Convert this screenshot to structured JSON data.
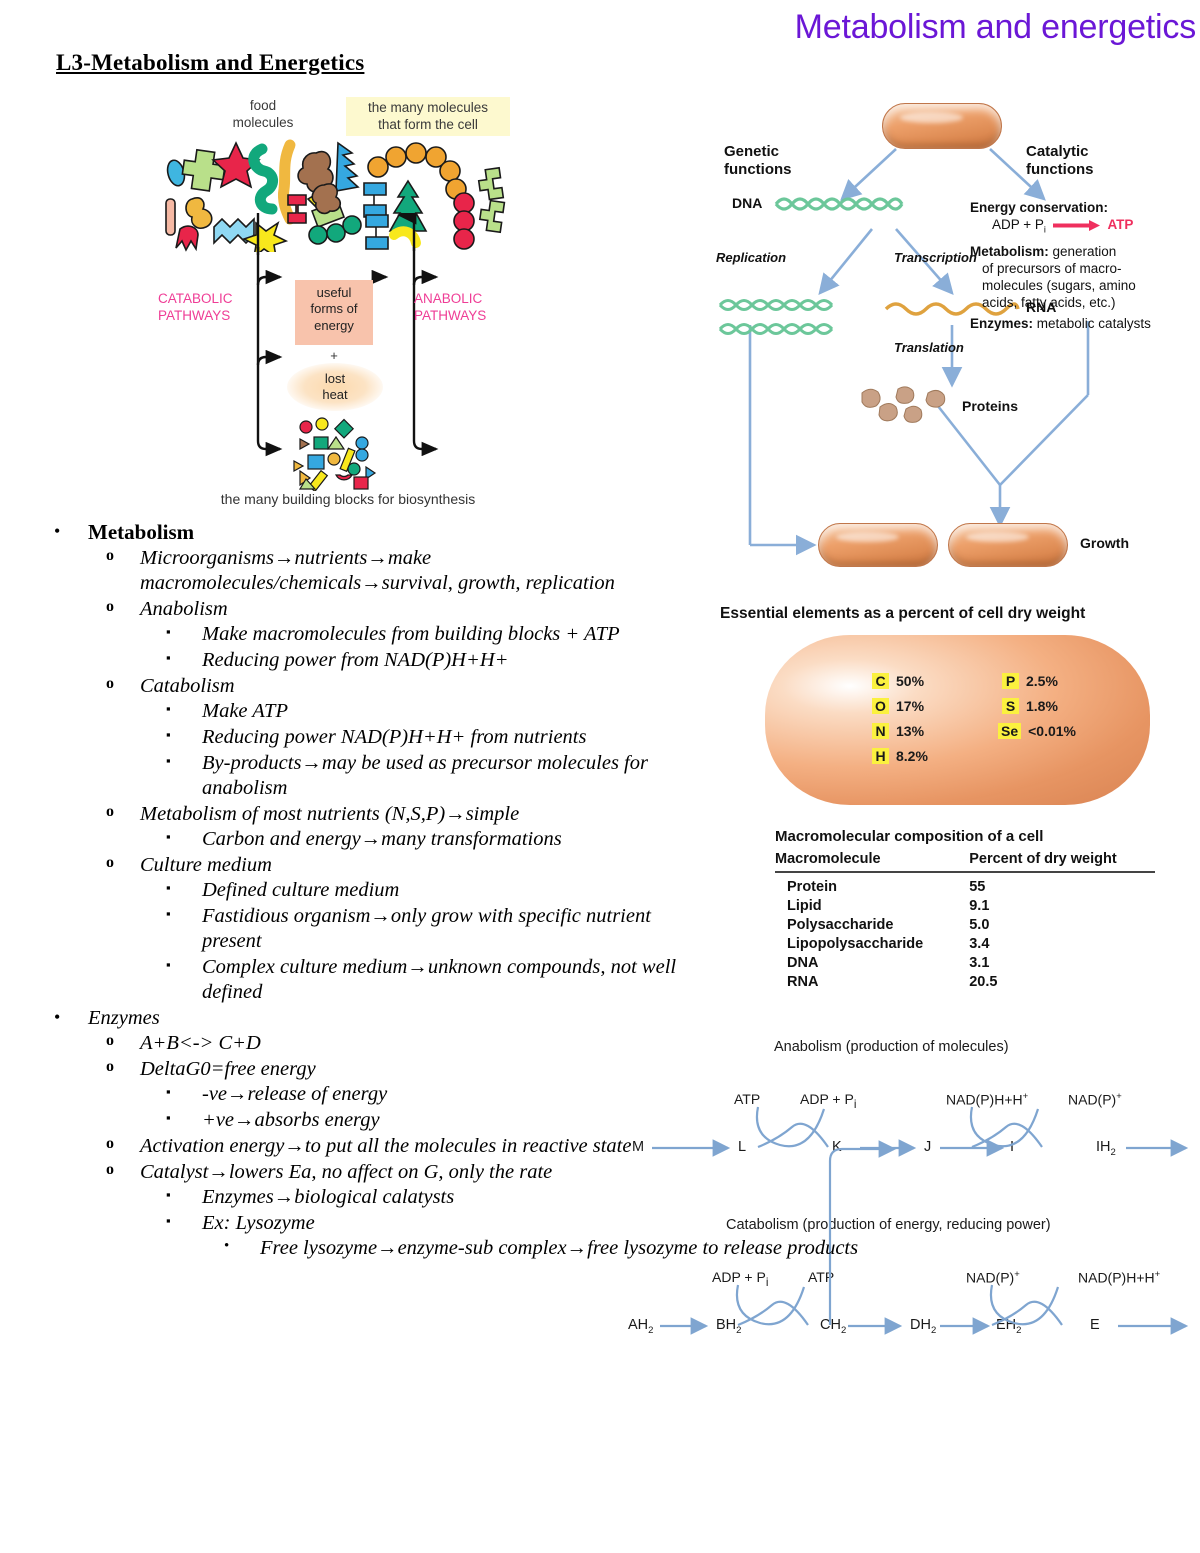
{
  "slide_title": "Metabolism and energetics",
  "doc_title": "L3-Metabolism and Energetics",
  "figure_metabolism": {
    "caption_food": "food\nmolecules",
    "caption_cell": "the many molecules\nthat form the cell",
    "caption_blocks": "the many building blocks for biosynthesis",
    "box_energy": "useful\nforms of\nenergy",
    "plus": "+",
    "oval_heat": "lost\nheat",
    "label_catabolic": "CATABOLIC\nPATHWAYS",
    "label_anabolic": "ANABOLIC\nPATHWAYS",
    "color_energy_box": "#f8c3ac",
    "color_pathway_label": "#ef3d96"
  },
  "figure_cell_functions": {
    "genetic_functions": "Genetic\nfunctions",
    "catalytic_functions": "Catalytic\nfunctions",
    "dna_label": "DNA",
    "rna_label": "RNA",
    "replication": "Replication",
    "transcription": "Transcription",
    "translation": "Translation",
    "proteins": "Proteins",
    "growth": "Growth",
    "energy_conservation_title": "Energy conservation:",
    "energy_conservation_eq_left": "ADP + P",
    "energy_conservation_eq_sub": "i",
    "energy_conservation_eq_right": "ATP",
    "metabolism_line1_bold": "Metabolism:",
    "metabolism_line1_rest": " generation",
    "metabolism_line2": "of precursors of macro-",
    "metabolism_line3": "molecules (sugars, amino",
    "metabolism_line4": "acids, fatty acids, etc.)",
    "enzymes_bold": "Enzymes:",
    "enzymes_rest": " metabolic catalysts",
    "color_atp": "#ef2f5e",
    "color_arrow": "#8aaed8",
    "color_dna": "#6cc79a",
    "color_rna": "#dfa23f"
  },
  "figure_elements": {
    "title": "Essential elements as a percent of cell dry weight",
    "highlight_color": "#fbf13f",
    "left_column": [
      {
        "symbol": "C",
        "value": "50%"
      },
      {
        "symbol": "O",
        "value": "17%"
      },
      {
        "symbol": "N",
        "value": "13%"
      },
      {
        "symbol": "H",
        "value": "8.2%"
      }
    ],
    "right_column": [
      {
        "symbol": "P",
        "value": "2.5%"
      },
      {
        "symbol": "S",
        "value": "1.8%"
      },
      {
        "symbol": "Se",
        "value": "<0.01%"
      }
    ]
  },
  "figure_macromolecules": {
    "title": "Macromolecular composition of a cell",
    "headers": [
      "Macromolecule",
      "Percent of dry weight"
    ],
    "rows": [
      [
        "Protein",
        "55"
      ],
      [
        "Lipid",
        "9.1"
      ],
      [
        "Polysaccharide",
        "5.0"
      ],
      [
        "Lipopolysaccharide",
        "3.4"
      ],
      [
        "DNA",
        "3.1"
      ],
      [
        "RNA",
        "20.5"
      ]
    ]
  },
  "figure_pathways": {
    "anabolism_title": "Anabolism (production of molecules)",
    "catabolism_title": "Catabolism (production of energy, reducing power)",
    "anabolism_nodes": [
      "M",
      "L",
      "K",
      "J",
      "I",
      "IH2"
    ],
    "catabolism_nodes": [
      "AH2",
      "BH2",
      "CH2",
      "DH2",
      "EH2",
      "E"
    ],
    "anabolism_cofactors": [
      "ATP",
      "ADP + Pi",
      "NAD(P)H+H+",
      "NAD(P)+"
    ],
    "catabolism_cofactors": [
      "ADP + Pi",
      "ATP",
      "NAD(P)+",
      "NAD(P)H+H+"
    ],
    "arrow_color": "#8aaed8"
  },
  "notes": {
    "metabolism": "Metabolism",
    "m1": "Microorganisms→nutrients→make macromolecules/chemicals→survival, growth, replication",
    "anabolism": "Anabolism",
    "a1": "Make macromolecules from building blocks + ATP",
    "a2": "Reducing power from NAD(P)H+H+",
    "catabolism": "Catabolism",
    "c1": "Make ATP",
    "c2": "Reducing power NAD(P)H+H+ from nutrients",
    "c3": "By-products→may be used as precursor molecules for anabolism",
    "nutrients": "Metabolism of most nutrients (N,S,P)→simple",
    "nutrients1": "Carbon and energy→many transformations",
    "culture": "Culture medium",
    "cm1": "Defined culture medium",
    "cm2": "Fastidious organism→only grow with specific nutrient present",
    "cm3": "Complex culture medium→unknown compounds, not well defined",
    "enzymes": "Enzymes",
    "e1": "A+B<-> C+D",
    "e2": "DeltaG0=free energy",
    "e2a": "-ve→release of energy",
    "e2b": "+ve→absorbs energy",
    "e3": "Activation energy→to put all the molecules in reactive state",
    "e4": "Catalyst→lowers Ea, no affect on G, only the rate",
    "e4a": "Enzymes→biological calatysts",
    "e4b": "Ex: Lysozyme",
    "e4b1": "Free lysozyme→enzyme-sub complex→free lysozyme to release products"
  },
  "markers": {
    "disc": "•",
    "circle": "o",
    "square": "▪"
  }
}
